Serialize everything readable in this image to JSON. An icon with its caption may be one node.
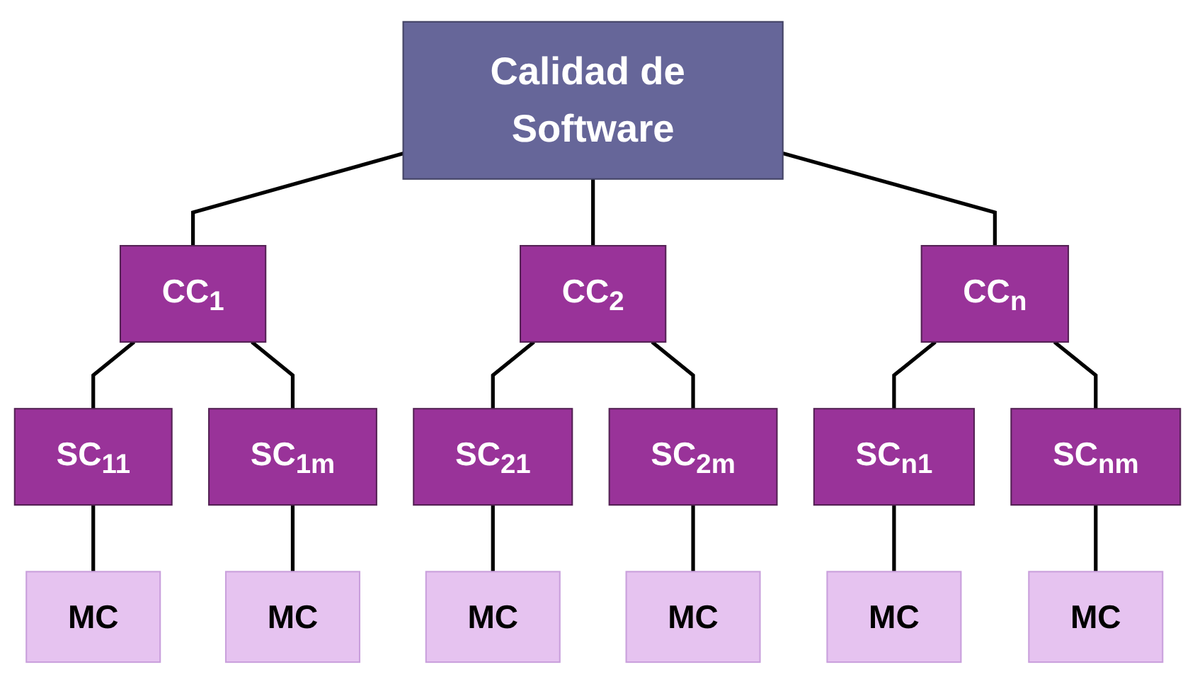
{
  "diagram": {
    "nodes": [
      {
        "text": [
          "Calidad de Software"
        ]
      },
      {
        "text": [
          "CC$_{1}$"
        ]
      },
      {
        "text": [
          "CC$_{2}$"
        ]
      },
      {
        "text": [
          "CC$_{n}$"
        ]
      },
      {
        "text": [
          "SC$_{11}$"
        ]
      },
      {
        "text": [
          "SC$_{1m}$"
        ]
      },
      {
        "text": [
          "SC$_{21}$"
        ]
      },
      {
        "text": [
          "SC$_{2m}$"
        ]
      },
      {
        "text": [
          "SC$_{n1}$"
        ]
      },
      {
        "text": [
          "SC$_{nm}$"
        ]
      },
      {
        "text": [
          "MC"
        ]
      },
      {
        "text": [
          "MC"
        ]
      },
      {
        "text": [
          "MC"
        ]
      },
      {
        "text": [
          "MC"
        ]
      },
      {
        "text": [
          "MC"
        ]
      },
      {
        "text": [
          "MC"
        ]
      }
    ],
    "edges": [
      {
        "from": 0,
        "to": 1,
        "arrow": "none"
      },
      {
        "from": 0,
        "to": 2,
        "arrow": "none"
      },
      {
        "from": 0,
        "to": 3,
        "arrow": "none"
      },
      {
        "from": 1,
        "to": 4,
        "arrow": "none"
      },
      {
        "from": 1,
        "to": 5,
        "arrow": "none"
      },
      {
        "from": 2,
        "to": 6,
        "arrow": "none"
      },
      {
        "from": 2,
        "to": 7,
        "arrow": "none"
      },
      {
        "from": 3,
        "to": 8,
        "arrow": "none"
      },
      {
        "from": 3,
        "to": 9,
        "arrow": "none"
      },
      {
        "from": 4,
        "to": 10,
        "arrow": "none"
      },
      {
        "from": 5,
        "to": 11,
        "arrow": "none"
      },
      {
        "from": 6,
        "to": 12,
        "arrow": "none"
      },
      {
        "from": 7,
        "to": 13,
        "arrow": "none"
      },
      {
        "from": 8,
        "to": 14,
        "arrow": "none"
      },
      {
        "from": 9,
        "to": 15,
        "arrow": "none"
      }
    ]
  }
}
